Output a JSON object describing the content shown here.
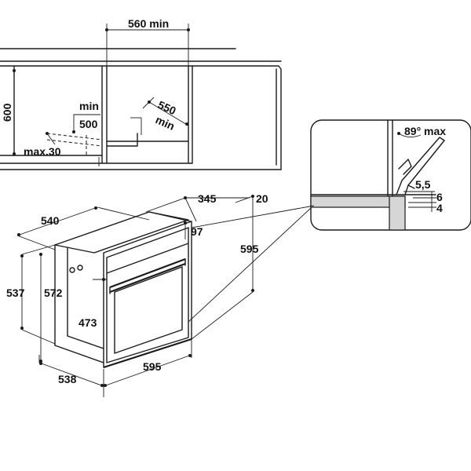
{
  "labels": {
    "cabinet_width_min": "560 min",
    "cabinet_height": "600",
    "depth_min_word": "min",
    "depth_500": "500",
    "depth_550": "550",
    "depth_550_min": "min",
    "gap_max30": "max.30",
    "door_angle": "89° max",
    "detail_55": "5,5",
    "detail_6": "6",
    "detail_4": "4",
    "oven_depth_540": "540",
    "oven_depth_345": "345",
    "oven_front_20": "20",
    "oven_97": "97",
    "oven_height_595": "595",
    "oven_537": "537",
    "oven_572": "572",
    "oven_473": "473",
    "oven_538": "538",
    "oven_width_595": "595"
  }
}
